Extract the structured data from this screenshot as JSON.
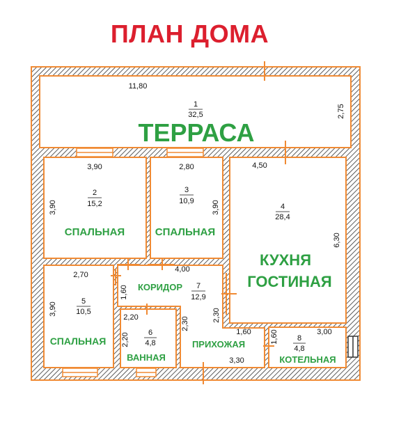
{
  "title": "ПЛАН ДОМА",
  "colors": {
    "wall": "#f08a33",
    "title": "#dc1f2e",
    "room_label": "#2ea043",
    "text": "#111111"
  },
  "rooms": {
    "terrace": {
      "number": "1",
      "area": "32,5",
      "label": "ТЕРРАСА",
      "width_dim": "11,80",
      "depth_dim": "2,75"
    },
    "bedroom1": {
      "number": "2",
      "area": "15,2",
      "label": "СПАЛЬНАЯ",
      "width_dim": "3,90",
      "depth_dim": "3,90"
    },
    "bedroom2": {
      "number": "3",
      "area": "10,9",
      "label": "СПАЛЬНАЯ",
      "width_dim": "2,80",
      "depth_dim": "3,90"
    },
    "kitchen": {
      "number": "4",
      "area": "28,4",
      "label_line1": "КУХНЯ",
      "label_line2": "ГОСТИНАЯ",
      "width_dim": "4,50",
      "depth_dim": "6,30"
    },
    "bedroom3": {
      "number": "5",
      "area": "10,5",
      "label": "СПАЛЬНАЯ",
      "width_dim": "2,70",
      "depth_dim": "3,90"
    },
    "bathroom": {
      "number": "6",
      "area": "4,8",
      "label": "ВАННАЯ",
      "width_dim": "2,20",
      "depth_dim": "2,20"
    },
    "corridor": {
      "number": "7",
      "area": "12,9",
      "label": "КОРИДОР",
      "width_dim": "4,00",
      "depth_dim_left": "1,60",
      "depth_dim_right": "2,30"
    },
    "hall": {
      "label": "ПРИХОЖАЯ",
      "width_dim": "3,30",
      "depth_dim": "2,30",
      "width_dim_small": "1,60"
    },
    "boiler": {
      "number": "8",
      "area": "4,8",
      "label": "КОТЕЛЬНАЯ",
      "width_dim": "3,00",
      "depth_dim": "1,60"
    }
  }
}
